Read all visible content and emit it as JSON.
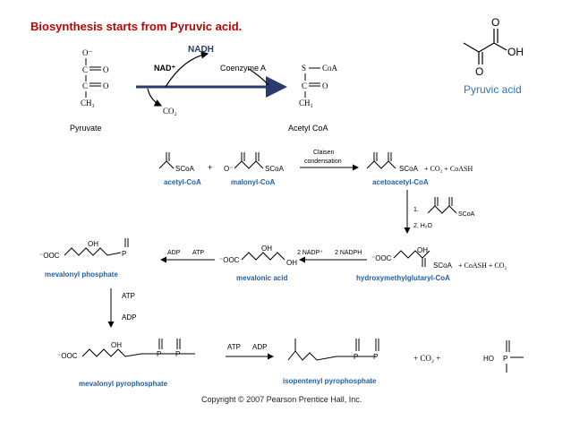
{
  "slide": {
    "title": "Biosynthesis starts from Pyruvic acid.",
    "pyruvic_acid_label": "Pyruvic acid",
    "copyright": "Copyright © 2007 Pearson Prentice Hall, Inc."
  },
  "pyruvic_structure": {
    "o_top": "O",
    "oh": "OH",
    "o_bottom": "O"
  },
  "step1": {
    "pyruvate_label": "Pyruvate",
    "acetyl_coa_label": "Acetyl CoA",
    "nadh": "NADH",
    "nad_plus": "NAD⁺",
    "coenzyme_a": "Coenzyme A",
    "co2": "CO₂",
    "pyruvate_atoms": {
      "o_minus": "O⁻",
      "c1": "C",
      "c2": "C",
      "ch3": "CH₃",
      "o1": "O",
      "o2": "O"
    },
    "acetyl_atoms": {
      "s": "S",
      "coa": "CoA",
      "c": "C",
      "o": "O",
      "ch3": "CH₃"
    }
  },
  "step2": {
    "acetyl_coa": "acetyl-CoA",
    "plus": "+",
    "malonyl_coa": "malonyl-CoA",
    "claisen": "Claisen",
    "condensation": "condensation",
    "acetoacetyl_coa": "acetoacetyl-CoA",
    "byproducts": "+ CO₂ + CoASH",
    "scoa": "SCoA",
    "o_minus": "O⁻"
  },
  "step3": {
    "reagent_1": "1.",
    "reagent_2": "2. H₂O",
    "scoa": "SCoA"
  },
  "step4": {
    "hmg_coa": "hydroxymethylglutaryl-CoA",
    "hmg_byproducts": "+ CoASH + CO₂",
    "nadph": "2 NADPH",
    "nadp_plus": "2 NADP⁺",
    "mevalonic_acid": "mevalonic acid",
    "atp": "ATP",
    "adp": "ADP",
    "mevalonyl_phosphate": "mevalonyl phosphate",
    "ooc": "⁻OOC",
    "oh": "OH",
    "scoa": "SCoA",
    "p": "P"
  },
  "step5": {
    "atp": "ATP",
    "adp": "ADP",
    "mevalonyl_pyrophosphate": "mevalonyl pyrophosphate",
    "atp2": "ATP",
    "adp2": "ADP",
    "isopentenyl_pyrophosphate": "isopentenyl pyrophosphate",
    "products": "+ CO₂ +",
    "ho": "HO",
    "p": "P",
    "ooc": "⁻OOC",
    "oh": "OH"
  }
}
